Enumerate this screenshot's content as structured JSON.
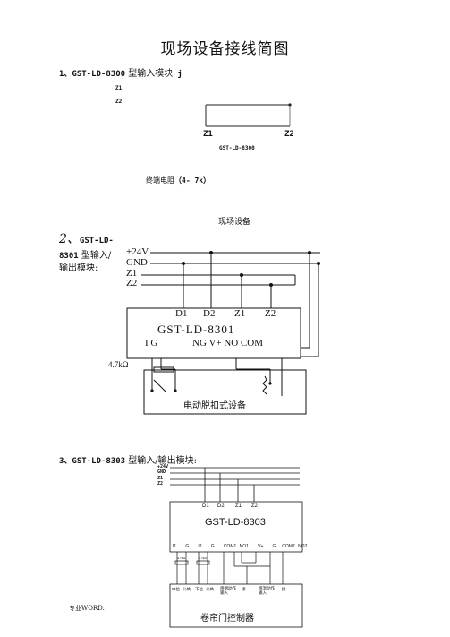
{
  "title": "现场设备接线简图",
  "section1": {
    "number": "1、",
    "model": "GST-LD-8300",
    "suffix": " 型输入模块",
    "stray": "j",
    "bus_labels": [
      "Z1",
      "Z2"
    ],
    "terminal_left": "Z1",
    "terminal_right": "Z2",
    "module_label": "GST-LD-8300",
    "resistor_note_prefix": "终端电阻",
    "resistor_note_value": "（4- 7k）",
    "field_device": "现场设备"
  },
  "section2": {
    "number": "2、",
    "model_line1": "GST-LD-",
    "model_line2": "8301",
    "suffix_line2": " 型输入/",
    "suffix_line3": "输出模块:",
    "bus": [
      "+24V",
      "GND",
      "Z1",
      "Z2"
    ],
    "top_terminals": [
      "D1",
      "D2",
      "Z1",
      "Z2"
    ],
    "module_name": "GST-LD-8301",
    "bottom_terminals_left": "I  G",
    "bottom_terminals_right": "NG V+ NO COM",
    "resistor": "4.7kΩ",
    "device": "电动脱扣式设备"
  },
  "section3": {
    "number": "3、",
    "model": "GST-LD-8303",
    "suffix": " 型输入/输出模块:",
    "bus": [
      "+24V",
      "GND",
      "Z1",
      "Z2"
    ],
    "top_terminals": [
      "D1",
      "D2",
      "Z1",
      "Z2"
    ],
    "module_name": "GST-LD-8303",
    "bottom_terminals": [
      "I1",
      "G",
      "I2",
      "G",
      "COM1",
      "NO1",
      "V+",
      "G",
      "COM2",
      "NO2"
    ],
    "resistor": "4.7kΩ",
    "device_inputs": [
      "中位",
      "公共",
      "下位",
      "公共",
      "感烟动作输入",
      "接",
      "感温动作输入",
      "接"
    ],
    "device": "卷帘门控制器"
  },
  "footer": "专业WORD."
}
